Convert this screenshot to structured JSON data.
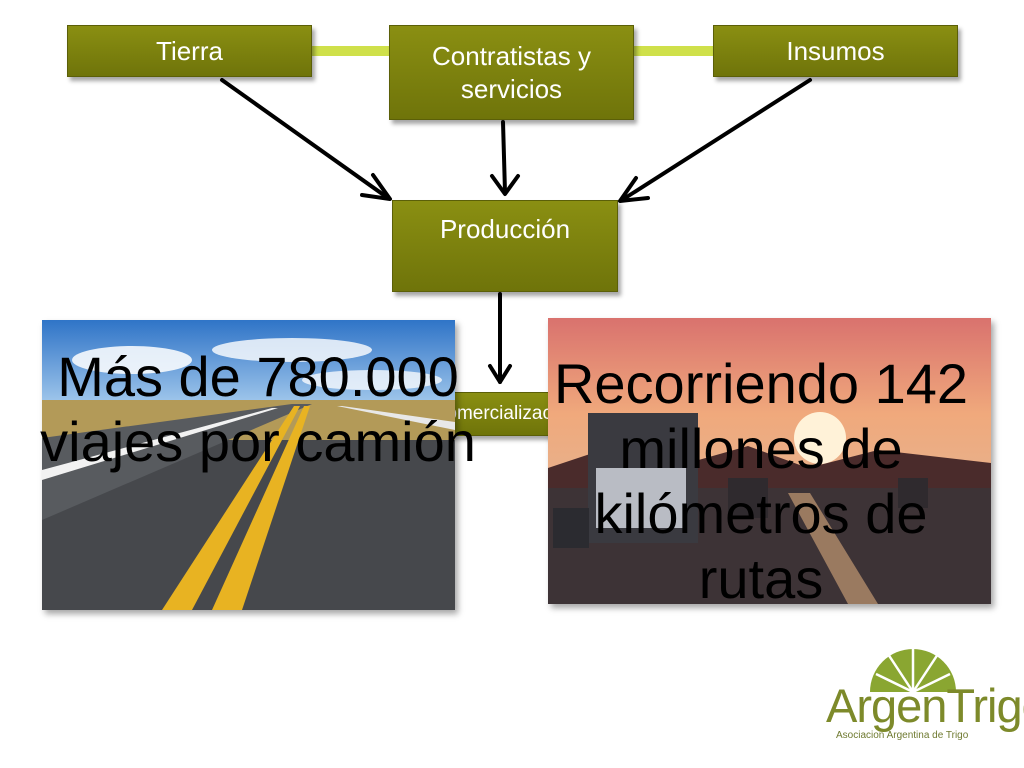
{
  "diagram": {
    "top_boxes": [
      "Tierra",
      "Contratistas y servicios",
      "Insumos"
    ],
    "middle_box": "Producción",
    "bottom_box": "Comercialización"
  },
  "left_photo": {
    "caption": "Más de 780.000 viajes por camión"
  },
  "right_photo": {
    "caption": "Recorriendo 142 millones de kilómetros de rutas"
  },
  "logo": {
    "name": "ArgenTrigo",
    "subtitle": "Asociacion Argentina de Trigo"
  },
  "colors": {
    "box_fill": "#7b8010",
    "connector": "#cfe04a",
    "arrow": "#000000",
    "logo": "#7d8a2a"
  }
}
